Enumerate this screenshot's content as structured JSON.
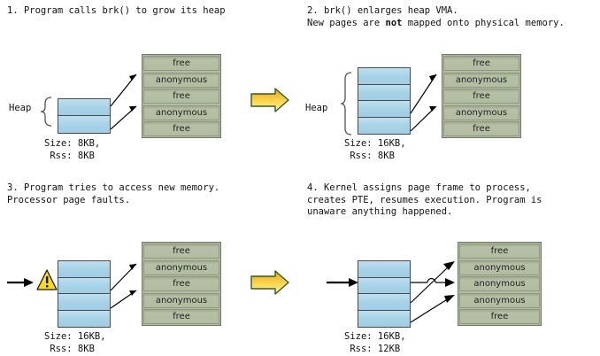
{
  "diagram": {
    "title_colors": {
      "heap_block_fill": "#a9d4e8",
      "heap_block_border": "#4a4a4a",
      "memory_block_fill": "#b3bda3",
      "memory_block_border": "#8e9880",
      "big_arrow_fill": "#f5c22b",
      "big_arrow_border": "#2d5d2d",
      "warning_fill": "#ffd91a",
      "line_color": "#000000",
      "background": "#ffffff"
    },
    "labels": {
      "heap": "Heap",
      "free": "free",
      "anonymous": "anonymous"
    },
    "icons": {
      "step_arrow": "right-arrow-icon",
      "warning": "warning-triangle-icon",
      "brace": "curly-brace-icon",
      "pointer": "access-arrow-icon",
      "mapping": "mapping-arrow-icon",
      "hop": "line-hop-icon"
    }
  },
  "panels": [
    {
      "id": "panel-1",
      "caption_lines": [
        "1. Program calls brk() to grow its heap"
      ],
      "caption_html": "1. Program calls brk() to grow its heap",
      "heap_blocks": 2,
      "heap_brace": true,
      "heap_label": "Heap",
      "memory_cells": [
        "free",
        "anonymous",
        "free",
        "anonymous",
        "free"
      ],
      "size_line": "Size: 8KB,",
      "rss_line": " Rss: 8KB",
      "has_step_arrow": true,
      "has_warning": false,
      "has_access_arrow": false,
      "mappings": 2
    },
    {
      "id": "panel-2",
      "caption_lines": [
        "2. brk() enlarges heap VMA.",
        "New pages are not mapped onto physical memory."
      ],
      "caption_html": "2. brk() enlarges heap VMA.\nNew pages are <b>not</b> mapped onto physical memory.",
      "bold_word": "not",
      "heap_blocks": 4,
      "heap_brace": true,
      "heap_label": "Heap",
      "memory_cells": [
        "free",
        "anonymous",
        "free",
        "anonymous",
        "free"
      ],
      "size_line": "Size: 16KB,",
      "rss_line": " Rss: 8KB",
      "has_step_arrow": false,
      "has_warning": false,
      "has_access_arrow": false,
      "mappings": 2
    },
    {
      "id": "panel-3",
      "caption_lines": [
        "3. Program tries to access new memory.",
        "Processor page faults."
      ],
      "caption_html": "3. Program tries to access new memory.\nProcessor page faults.",
      "heap_blocks": 4,
      "heap_brace": false,
      "heap_label": "",
      "memory_cells": [
        "free",
        "anonymous",
        "free",
        "anonymous",
        "free"
      ],
      "size_line": "Size: 16KB,",
      "rss_line": " Rss: 8KB",
      "has_step_arrow": true,
      "has_warning": true,
      "has_access_arrow": true,
      "mappings": 2
    },
    {
      "id": "panel-4",
      "caption_lines": [
        "4. Kernel assigns page frame to process,",
        "creates PTE, resumes execution. Program is",
        "unaware anything happened."
      ],
      "caption_html": "4. Kernel assigns page frame to process,\ncreates PTE, resumes execution. Program is\nunaware anything happened.",
      "heap_blocks": 4,
      "heap_brace": false,
      "heap_label": "",
      "memory_cells": [
        "free",
        "anonymous",
        "anonymous",
        "anonymous",
        "free"
      ],
      "size_line": "Size: 16KB,",
      "rss_line": " Rss: 12KB",
      "has_step_arrow": false,
      "has_warning": false,
      "has_access_arrow": true,
      "mappings": 3,
      "has_hop": true
    }
  ]
}
